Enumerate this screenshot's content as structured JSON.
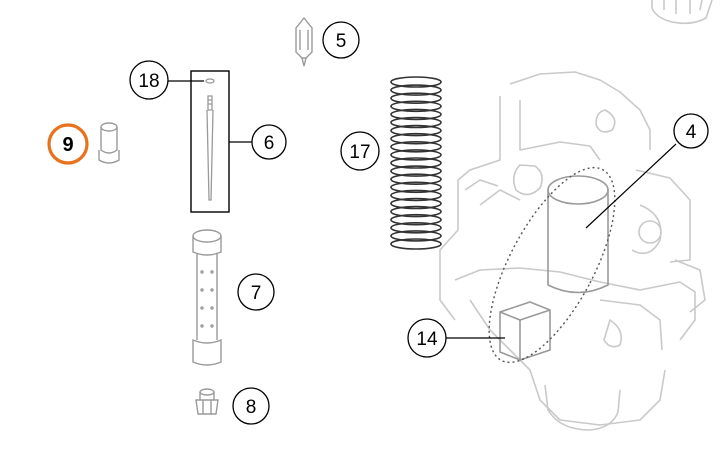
{
  "callouts": {
    "c4": "4",
    "c5": "5",
    "c6": "6",
    "c7": "7",
    "c8": "8",
    "c9": "9",
    "c14": "14",
    "c17": "17",
    "c18": "18"
  },
  "colors": {
    "highlight": "#e8711c",
    "line": "#000000",
    "faint": "#c9c9c9"
  }
}
